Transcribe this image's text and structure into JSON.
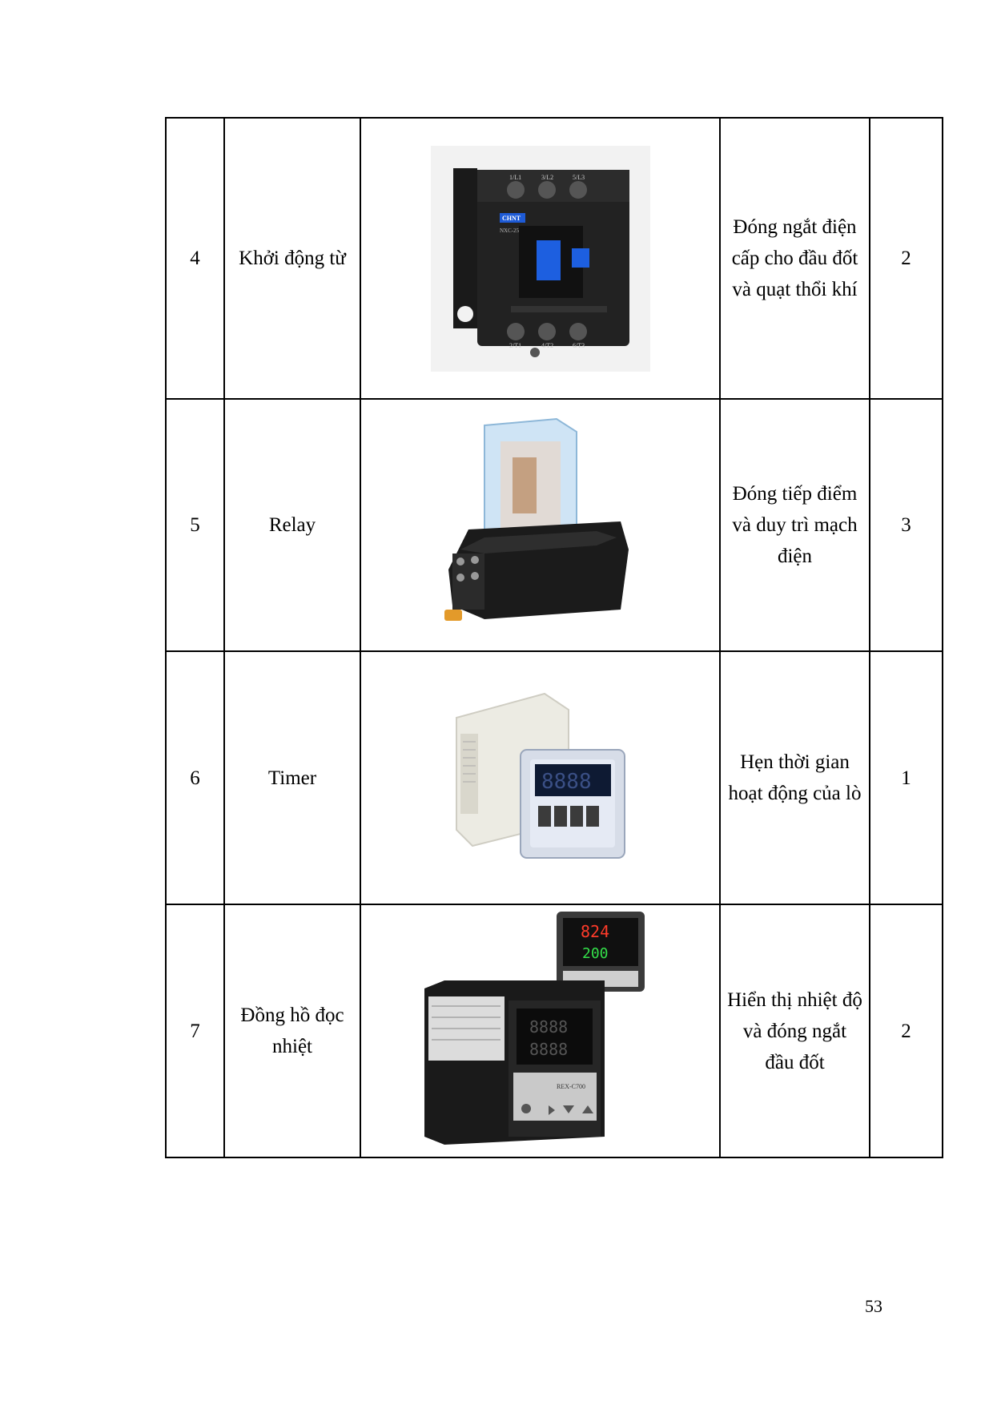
{
  "rows": [
    {
      "no": "4",
      "name": "Khởi động từ",
      "image_icon": "contactor-icon",
      "function": "Đóng ngắt điện cấp cho đầu đốt và quạt thổi khí",
      "qty": "2",
      "image_labels": [
        "1/L1",
        "3/L2",
        "5/L3",
        "CHNT",
        "NXC-25",
        "2/T1",
        "4/T2",
        "6/T3"
      ]
    },
    {
      "no": "5",
      "name": "Relay",
      "image_icon": "relay-icon",
      "function": "Đóng tiếp điểm và duy trì mạch điện",
      "qty": "3"
    },
    {
      "no": "6",
      "name": "Timer",
      "image_icon": "timer-icon",
      "function": "Hẹn thời gian hoạt động của lò",
      "qty": "1",
      "image_labels": [
        "8888"
      ]
    },
    {
      "no": "7",
      "name": "Đồng hồ đọc nhiệt",
      "image_icon": "temperature-controller-icon",
      "function": "Hiển thị nhiệt độ và đóng ngắt đầu đốt",
      "qty": "2",
      "image_labels": [
        "824",
        "200",
        "8888",
        "8888",
        "REX-C700"
      ]
    }
  ],
  "page_number": "53"
}
